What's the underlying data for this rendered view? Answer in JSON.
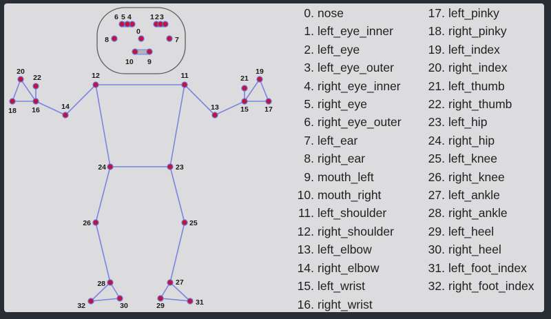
{
  "landmarks": [
    {
      "id": 0,
      "label": "0",
      "name": "nose"
    },
    {
      "id": 1,
      "label": "1",
      "name": "left_eye_inner"
    },
    {
      "id": 2,
      "label": "2",
      "name": "left_eye"
    },
    {
      "id": 3,
      "label": "3",
      "name": "left_eye_outer"
    },
    {
      "id": 4,
      "label": "4",
      "name": "right_eye_inner"
    },
    {
      "id": 5,
      "label": "5",
      "name": "right_eye"
    },
    {
      "id": 6,
      "label": "6",
      "name": "right_eye_outer"
    },
    {
      "id": 7,
      "label": "7",
      "name": "left_ear"
    },
    {
      "id": 8,
      "label": "8",
      "name": "right_ear"
    },
    {
      "id": 9,
      "label": "9",
      "name": "mouth_left"
    },
    {
      "id": 10,
      "label": "10",
      "name": "mouth_right"
    },
    {
      "id": 11,
      "label": "11",
      "name": "left_shoulder"
    },
    {
      "id": 12,
      "label": "12",
      "name": "right_shoulder"
    },
    {
      "id": 13,
      "label": "13",
      "name": "left_elbow"
    },
    {
      "id": 14,
      "label": "14",
      "name": "right_elbow"
    },
    {
      "id": 15,
      "label": "15",
      "name": "left_wrist"
    },
    {
      "id": 16,
      "label": "16",
      "name": "right_wrist"
    },
    {
      "id": 17,
      "label": "17",
      "name": "left_pinky"
    },
    {
      "id": 18,
      "label": "18",
      "name": "right_pinky"
    },
    {
      "id": 19,
      "label": "19",
      "name": "left_index"
    },
    {
      "id": 20,
      "label": "20",
      "name": "right_index"
    },
    {
      "id": 21,
      "label": "21",
      "name": "left_thumb"
    },
    {
      "id": 22,
      "label": "22",
      "name": "right_thumb"
    },
    {
      "id": 23,
      "label": "23",
      "name": "left_hip"
    },
    {
      "id": 24,
      "label": "24",
      "name": "right_hip"
    },
    {
      "id": 25,
      "label": "25",
      "name": "left_knee"
    },
    {
      "id": 26,
      "label": "26",
      "name": "right_knee"
    },
    {
      "id": 27,
      "label": "27",
      "name": "left_ankle"
    },
    {
      "id": 28,
      "label": "28",
      "name": "right_ankle"
    },
    {
      "id": 29,
      "label": "29",
      "name": "left_heel"
    },
    {
      "id": 30,
      "label": "30",
      "name": "right_heel"
    },
    {
      "id": 31,
      "label": "31",
      "name": "left_foot_index"
    },
    {
      "id": 32,
      "label": "32",
      "name": "right_foot_index"
    }
  ],
  "connections": [
    [
      11,
      12
    ],
    [
      11,
      13
    ],
    [
      13,
      15
    ],
    [
      15,
      17
    ],
    [
      15,
      19
    ],
    [
      15,
      21
    ],
    [
      17,
      19
    ],
    [
      12,
      14
    ],
    [
      14,
      16
    ],
    [
      16,
      18
    ],
    [
      16,
      20
    ],
    [
      16,
      22
    ],
    [
      18,
      20
    ],
    [
      11,
      23
    ],
    [
      12,
      24
    ],
    [
      23,
      24
    ],
    [
      23,
      25
    ],
    [
      25,
      27
    ],
    [
      27,
      29
    ],
    [
      27,
      31
    ],
    [
      29,
      31
    ],
    [
      24,
      26
    ],
    [
      26,
      28
    ],
    [
      28,
      30
    ],
    [
      28,
      32
    ],
    [
      30,
      32
    ],
    [
      1,
      2
    ],
    [
      2,
      3
    ],
    [
      4,
      5
    ],
    [
      5,
      6
    ],
    [
      9,
      10
    ]
  ],
  "colors": {
    "page_bg": "#292d34",
    "panel_bg": "#dcdcde",
    "bone": "#7b83e0",
    "joint_fill": "#c0143c",
    "joint_stroke": "#6a6fd6",
    "face_outline": "#5c5c5c",
    "text": "#1f1f1f"
  }
}
